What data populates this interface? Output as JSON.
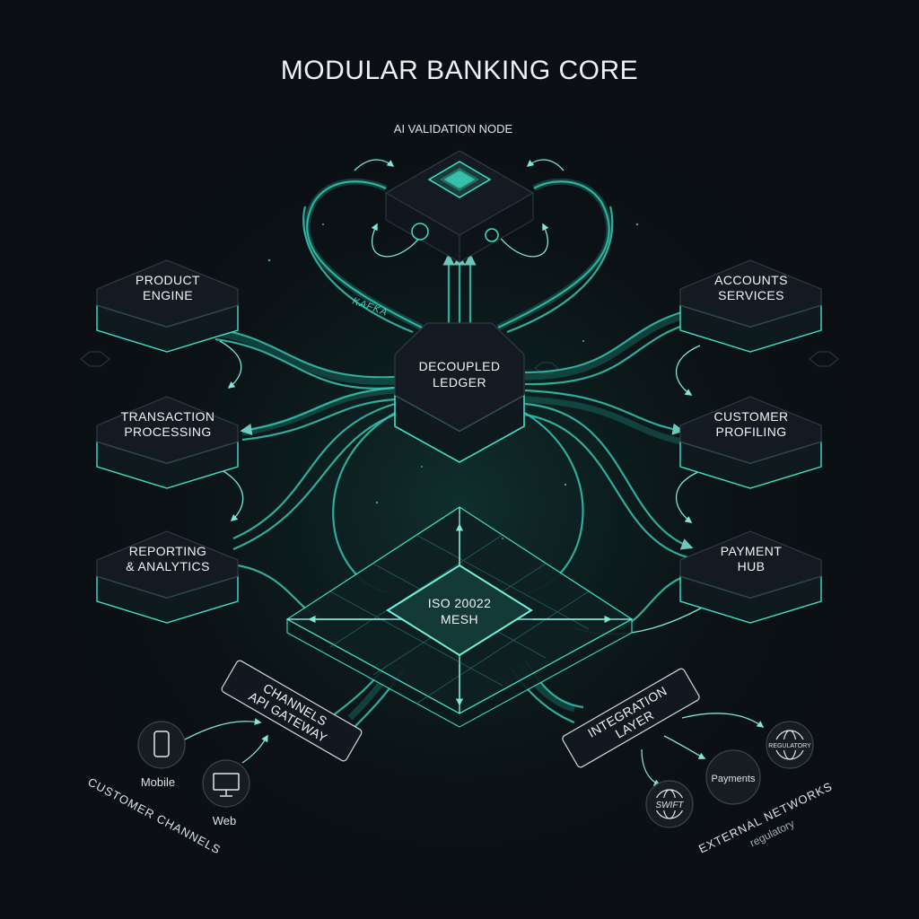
{
  "title": "MODULAR BANKING CORE",
  "nodes": {
    "ai_validation": "AI VALIDATION NODE",
    "product_engine": [
      "PRODUCT",
      "ENGINE"
    ],
    "transaction_processing": [
      "TRANSACTION",
      "PROCESSING"
    ],
    "reporting_analytics": [
      "REPORTING",
      "& ANALYTICS"
    ],
    "decoupled_ledger": [
      "DECOUPLED",
      "LEDGER"
    ],
    "accounts_services": [
      "ACCOUNTS",
      "SERVICES"
    ],
    "customer_profiling": [
      "CUSTOMER",
      "PROFILING"
    ],
    "payment_hub": [
      "PAYMENT",
      "HUB"
    ],
    "iso_mesh": [
      "ISO 20022",
      "MESH"
    ],
    "channels_gateway": [
      "CHANNELS",
      "API GATEWAY"
    ],
    "integration_layer": [
      "INTEGRATION",
      "LAYER"
    ]
  },
  "bus_label": "KAFKA",
  "customer_channels": {
    "group_label": "CUSTOMER CHANNELS",
    "mobile": "Mobile",
    "web": "Web"
  },
  "external_networks": {
    "group_label": "EXTERNAL NETWORKS",
    "sub_label": "regulatory",
    "payments": "Payments",
    "swift": "SWIFT",
    "regulatory_badge": "REGULATORY"
  },
  "colors": {
    "accent": "#3ee0c8",
    "background": "#0b0f14",
    "node_fill": "#141a22"
  },
  "icons": [
    "smartphone-icon",
    "monitor-icon",
    "swift-globe-icon",
    "regulatory-globe-icon",
    "chip-icon"
  ]
}
